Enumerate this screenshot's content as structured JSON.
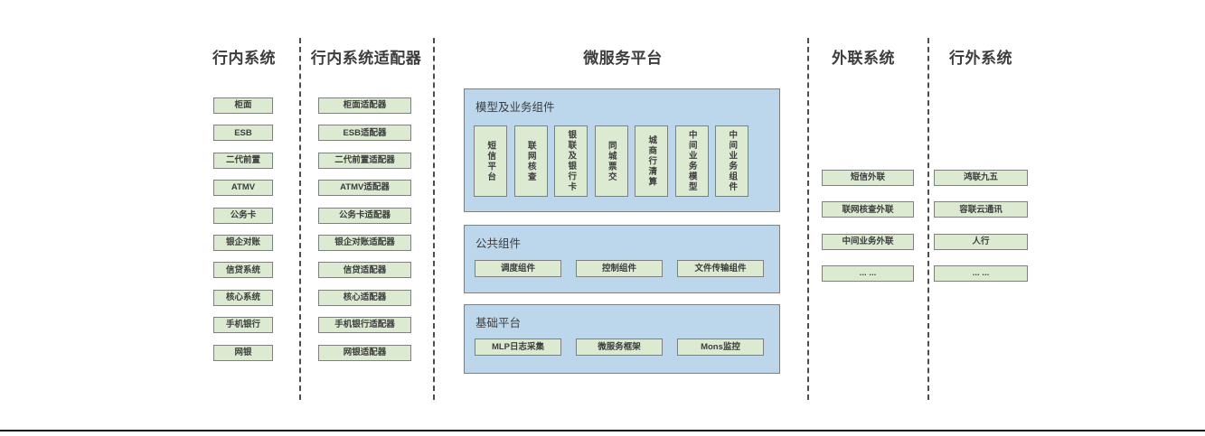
{
  "col_internal": {
    "title": "行内系统",
    "items": [
      "柜面",
      "ESB",
      "二代前置",
      "ATMV",
      "公务卡",
      "银企对账",
      "信贷系统",
      "核心系统",
      "手机银行",
      "网银"
    ]
  },
  "col_adapters": {
    "title": "行内系统适配器",
    "items": [
      "柜面适配器",
      "ESB适配器",
      "二代前置适配器",
      "ATMV适配器",
      "公务卡适配器",
      "银企对账适配器",
      "信贷适配器",
      "核心适配器",
      "手机银行适配器",
      "网银适配器"
    ]
  },
  "platform": {
    "title": "微服务平台",
    "model_section": {
      "title": "模型及业务组件",
      "items": [
        "短信平台",
        "联网核查",
        "银联及银行卡",
        "同城票交",
        "城商行清算",
        "中间业务模型",
        "中间业务组件"
      ]
    },
    "common_section": {
      "title": "公共组件",
      "items": [
        "调度组件",
        "控制组件",
        "文件传输组件"
      ]
    },
    "base_section": {
      "title": "基础平台",
      "items": [
        "MLP日志采集",
        "微服务框架",
        "Mons监控"
      ]
    }
  },
  "col_outreach": {
    "title": "外联系统",
    "items": [
      "短信外联",
      "联网核查外联",
      "中间业务外联",
      "... ..."
    ]
  },
  "col_external": {
    "title": "行外系统",
    "items": [
      "鸿联九五",
      "容联云通讯",
      "人行",
      "... ..."
    ]
  },
  "colors": {
    "box_fill": "#dcead2",
    "panel_fill": "#bcd6ec",
    "border": "#7f7f7f",
    "text": "#3d3d3d",
    "divider": "#4d4d4d"
  }
}
